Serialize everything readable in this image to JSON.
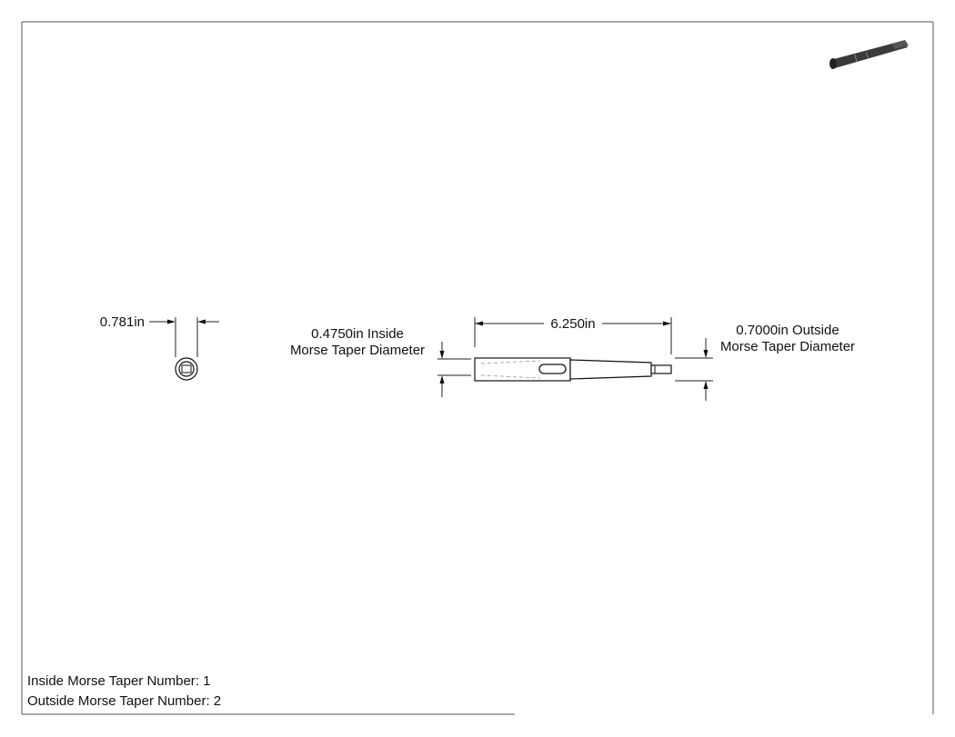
{
  "drawing": {
    "dimensions": {
      "end_view_diameter": "0.781in",
      "overall_length": "6.250in",
      "inside_diameter_line1": "0.4750in Inside",
      "inside_diameter_line2": "Morse Taper Diameter",
      "outside_diameter_line1": "0.7000in Outside",
      "outside_diameter_line2": "Morse Taper Diameter"
    },
    "notes": {
      "inside_taper": "Inside Morse Taper Number: 1",
      "outside_taper": "Outside Morse Taper Number: 2"
    },
    "colors": {
      "line": "#111111",
      "border": "#555555",
      "hidden_line": "#999999",
      "isometric_body": "#3a3a3a"
    }
  }
}
